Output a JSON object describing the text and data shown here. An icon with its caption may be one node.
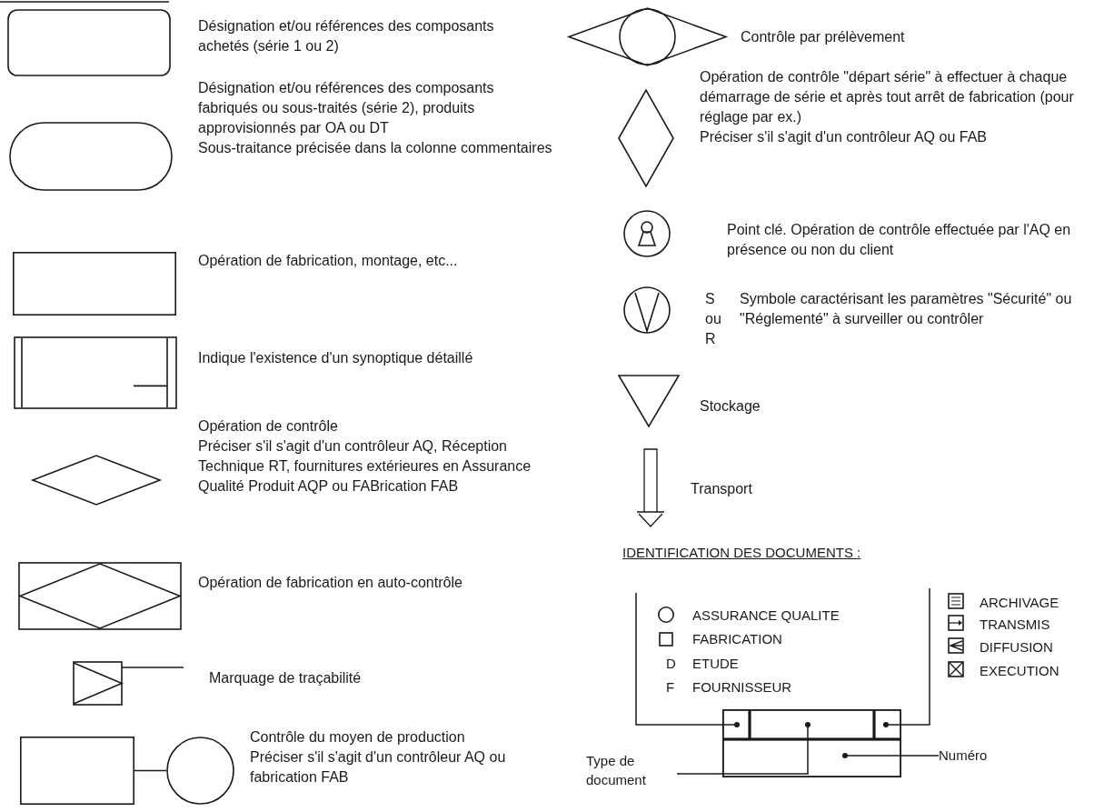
{
  "diagram": {
    "nodes": [
      {
        "text": [],
        "shape": "box",
        "beside": [
          "Désignation et/ou références des composants achetés (série 1 ou 2)"
        ]
      },
      {
        "text": [],
        "shape": "oval",
        "beside": [
          "Désignation et/ou références des composants fabriqués ou sous-traités (série 2), produits approvisionnés par OA ou DT",
          "Sous-traitance précisée dans la colonne commentaires"
        ]
      },
      {
        "text": [],
        "shape": "box",
        "beside": [
          "Opération de fabrication, montage, etc..."
        ]
      },
      {
        "text": [],
        "shape": "box",
        "beside": [
          "Indique l'existence d'un synoptique détaillé"
        ]
      },
      {
        "text": [],
        "shape": "diamond",
        "beside": [
          "Opération de contrôle",
          "Préciser s'il s'agit d'un contrôleur AQ, Réception Technique RT, fournitures extérieures en Assurance Qualité Produit AQP ou FABrication FAB"
        ]
      },
      {
        "text": [],
        "shape": "box",
        "beside": [
          "Opération de fabrication en auto-contrôle"
        ]
      },
      {
        "text": [],
        "shape": "box",
        "beside": [
          "Marquage de traçabilité"
        ]
      },
      {
        "text": [],
        "shape": "box"
      },
      {
        "text": [],
        "shape": "circle",
        "beside": [
          "Contrôle du moyen de production",
          "Préciser s'il s'agit d'un contrôleur AQ ou fabrication FAB"
        ]
      },
      {
        "text": [],
        "shape": "diamond",
        "beside": [
          "Contrôle par prélèvement"
        ]
      },
      {
        "text": [],
        "shape": "diamond",
        "beside": [
          "Opération de contrôle \"départ série\" à effectuer à chaque démarrage de série et après tout arrêt de fabrication (pour réglage par ex.)",
          "Préciser s'il s'agit d'un contrôleur AQ ou FAB"
        ]
      },
      {
        "text": [],
        "shape": "circle",
        "beside": [
          "Point clé. Opération de contrôle effectuée par l'AQ en présence ou non du client"
        ]
      },
      {
        "text": [],
        "shape": "circle",
        "beside": [
          "S",
          "ou",
          "R",
          "Symbole caractérisant les paramètres \"Sécurité\" ou \"Réglementé\" à surveiller ou contrôler"
        ]
      },
      {
        "text": [],
        "shape": "triangle",
        "beside": [
          "Stockage"
        ]
      },
      {
        "text": [],
        "shape": "arrow",
        "beside": [
          "Transport"
        ]
      },
      {
        "text": [],
        "shape": "box"
      },
      {
        "text": [],
        "shape": "box",
        "in": 15
      },
      {
        "text": [],
        "shape": "box",
        "in": 15
      },
      {
        "text": [],
        "shape": "box",
        "in": 15
      },
      {
        "text": [],
        "shape": "box",
        "in": 15
      },
      {
        "text": [
          "Type de document"
        ]
      },
      {
        "text": [
          "Numéro"
        ]
      }
    ],
    "edges": [
      {
        "from": 7,
        "to": 8,
        "arrow": "none"
      },
      {
        "from": null,
        "to": 16,
        "arrow": "other"
      },
      {
        "from": null,
        "to": 18,
        "arrow": "other"
      },
      {
        "from": 20,
        "to": 17,
        "arrow": "other"
      },
      {
        "from": 21,
        "to": 19,
        "arrow": "other"
      }
    ],
    "labels": [
      "IDENTIFICATION DES DOCUMENTS :",
      "ASSURANCE QUALITE",
      "FABRICATION",
      "D",
      "ETUDE",
      "F",
      "FOURNISSEUR",
      "ARCHIVAGE",
      "TRANSMIS",
      "DIFFUSION",
      "EXECUTION"
    ]
  }
}
